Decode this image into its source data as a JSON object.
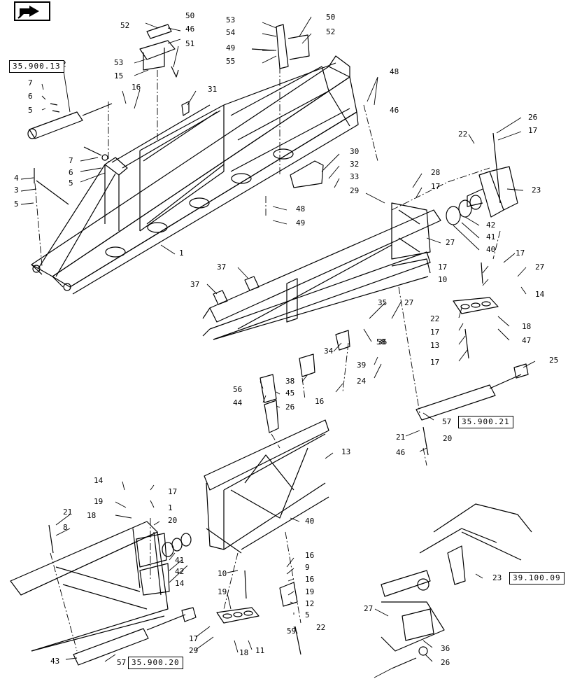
{
  "header": {
    "nav_icon": "back-arrow-icon"
  },
  "references": [
    {
      "id": "ref-35-900-13",
      "text": "35.900.13"
    },
    {
      "id": "ref-35-900-21",
      "text": "35.900.21"
    },
    {
      "id": "ref-35-900-20",
      "text": "35.900.20"
    },
    {
      "id": "ref-39-100-09",
      "text": "39.100.09"
    }
  ],
  "callouts": [
    "52",
    "50",
    "46",
    "53",
    "15",
    "51",
    "53",
    "54",
    "49",
    "55",
    "50",
    "52",
    "2",
    "16",
    "7",
    "6",
    "5",
    "31",
    "48",
    "46",
    "7",
    "6",
    "5",
    "4",
    "3",
    "5",
    "1",
    "48",
    "49",
    "30",
    "32",
    "33",
    "29",
    "28",
    "17",
    "22",
    "26",
    "17",
    "23",
    "42",
    "41",
    "40",
    "27",
    "37",
    "37",
    "35",
    "27",
    "36",
    "34",
    "58",
    "38",
    "39",
    "24",
    "17",
    "27",
    "14",
    "17",
    "10",
    "22",
    "17",
    "13",
    "17",
    "18",
    "47",
    "56",
    "45",
    "44",
    "26",
    "16",
    "25",
    "57",
    "21",
    "20",
    "46",
    "13",
    "14",
    "17",
    "19",
    "1",
    "18",
    "20",
    "21",
    "8",
    "40",
    "41",
    "42",
    "14",
    "10",
    "19",
    "16",
    "9",
    "16",
    "19",
    "12",
    "5",
    "59",
    "22",
    "17",
    "29",
    "18",
    "11",
    "57",
    "43",
    "23",
    "27",
    "36",
    "26"
  ]
}
